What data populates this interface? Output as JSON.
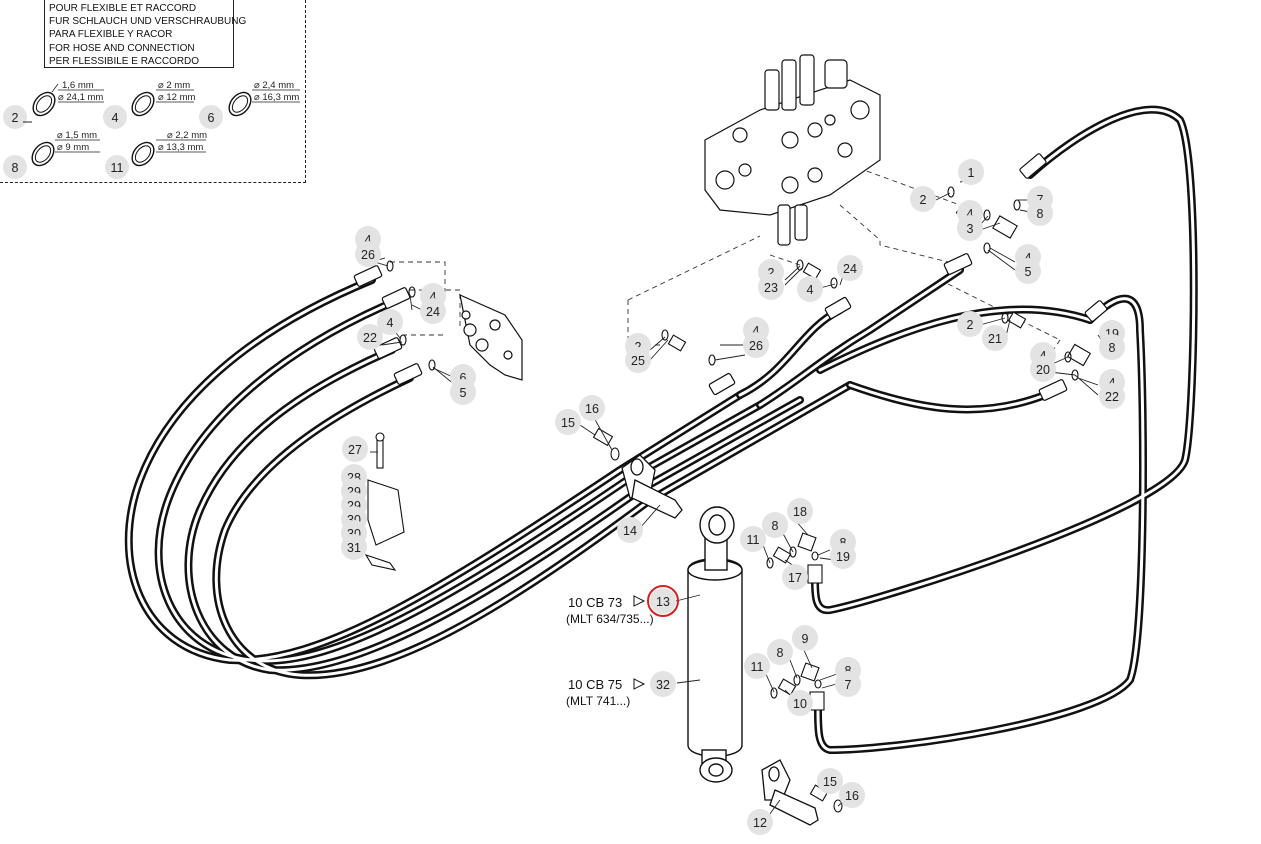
{
  "legend": {
    "lines": [
      "POUR FLEXIBLE ET RACCORD",
      "FUR SCHLAUCH UND VERSCHRAUBUNG",
      "PARA FLEXIBLE Y RACOR",
      "FOR HOSE AND CONNECTION",
      "PER FLESSIBILE E RACCORDO"
    ],
    "seals": [
      {
        "num": "2",
        "d1": "1,6 mm",
        "d2": "⌀ 24,1 mm"
      },
      {
        "num": "4",
        "d1": "⌀ 2 mm",
        "d2": "⌀ 12 mm"
      },
      {
        "num": "6",
        "d1": "⌀ 2,4 mm",
        "d2": "⌀ 16,3 mm"
      },
      {
        "num": "8",
        "d1": "⌀ 1,5 mm",
        "d2": "⌀ 9 mm"
      },
      {
        "num": "11",
        "d1": "⌀ 2,2 mm",
        "d2": "⌀ 13,3 mm"
      }
    ]
  },
  "callouts": {
    "c_4a": "4",
    "c_26a": "26",
    "c_4b": "4",
    "c_24a": "24",
    "c_4c": "4",
    "c_22a": "22",
    "c_6a": "6",
    "c_5a": "5",
    "c_27": "27",
    "c_28": "28",
    "c_29a": "29",
    "c_29b": "29",
    "c_30a": "30",
    "c_30b": "30",
    "c_31": "31",
    "c_15a": "15",
    "c_16a": "16",
    "c_14": "14",
    "c_2a": "2",
    "c_25": "25",
    "c_4d": "4",
    "c_26b": "26",
    "c_2b": "2",
    "c_23": "23",
    "c_4e": "4",
    "c_24b": "24",
    "c_1": "1",
    "c_2c": "2",
    "c_4f": "4",
    "c_3": "3",
    "c_7a": "7",
    "c_8a": "8",
    "c_4g": "4",
    "c_5b": "5",
    "c_2d": "2",
    "c_21": "21",
    "c_19a": "19",
    "c_8b": "8",
    "c_4h": "4",
    "c_20": "20",
    "c_4i": "4",
    "c_22b": "22",
    "c_8c": "8",
    "c_18": "18",
    "c_11a": "11",
    "c_17": "17",
    "c_8d": "8",
    "c_19b": "19",
    "c_13": "13",
    "c_32": "32",
    "c_9": "9",
    "c_8e": "8",
    "c_11b": "11",
    "c_8f": "8",
    "c_7b": "7",
    "c_10": "10",
    "c_15b": "15",
    "c_16b": "16",
    "c_12": "12"
  },
  "references": {
    "ref1_code": "10 CB 73",
    "ref1_note": "(MLT 634/735...)",
    "ref2_code": "10 CB 75",
    "ref2_note": "(MLT 741...)"
  },
  "colors": {
    "hose": "#111111",
    "bubble": "#e3e3e3",
    "highlight": "#d62020"
  }
}
